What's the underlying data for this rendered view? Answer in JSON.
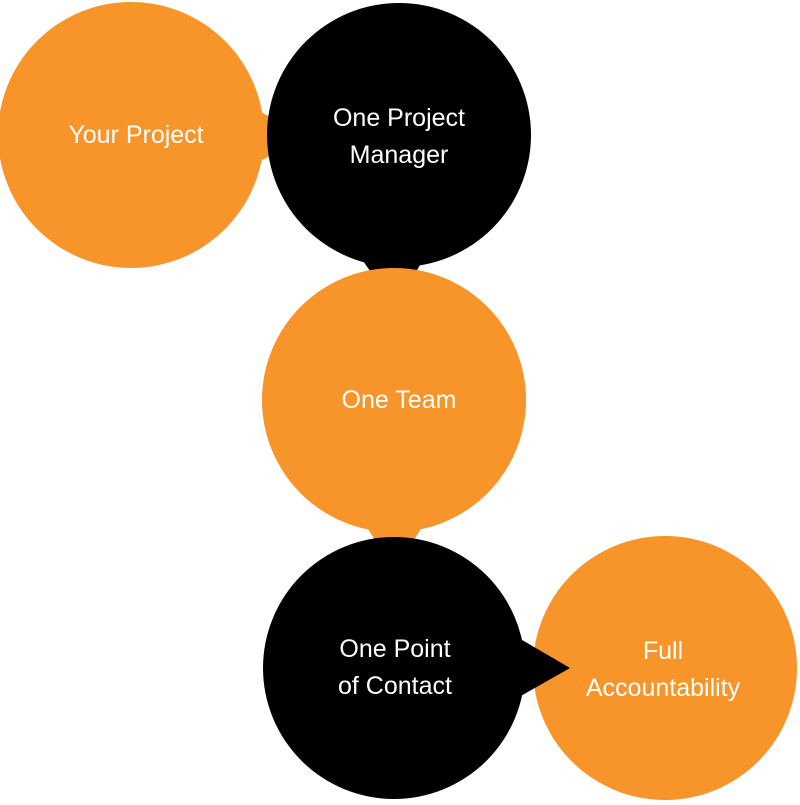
{
  "colors": {
    "orange": "#f7952a",
    "black": "#000000",
    "text": "#ffffff",
    "background": "#ffffff"
  },
  "nodes": [
    {
      "id": "your-project",
      "lines": [
        "Your Project"
      ],
      "fill": "orange"
    },
    {
      "id": "project-manager",
      "lines": [
        "One Project",
        "Manager"
      ],
      "fill": "black"
    },
    {
      "id": "team",
      "lines": [
        "One Team"
      ],
      "fill": "orange"
    },
    {
      "id": "point-of-contact",
      "lines": [
        "One Point",
        "of Contact"
      ],
      "fill": "black"
    },
    {
      "id": "accountability",
      "lines": [
        "Full",
        "Accountability"
      ],
      "fill": "orange"
    }
  ]
}
